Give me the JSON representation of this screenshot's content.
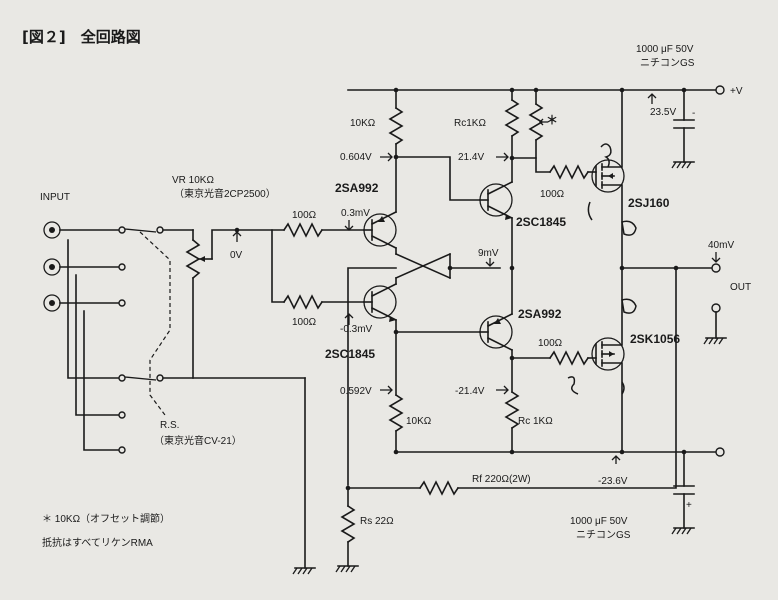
{
  "title": "[図２]　全回路図",
  "labels": {
    "input": "INPUT",
    "vr": "VR 10KΩ",
    "vr_maker": "（東京光音2CP2500）",
    "zero_v": "0V",
    "rs_sw": "R.S.",
    "rs_sw_maker": "（東京光音CV-21）",
    "r100_top": "100Ω",
    "r100_bot": "100Ω",
    "q_2sa992_top": "2SA992",
    "q_2sc1845_top": "2SC1845",
    "q_2sc1845_bot": "2SC1845",
    "q_2sa992_bot": "2SA992",
    "v_0_3": "0.3mV",
    "v_neg_0_3": "-0.3mV",
    "r10k_top": "10KΩ",
    "v_0_604": "0.604V",
    "rc_top": "Rc1KΩ",
    "star": "＊",
    "v_21_4": "21.4V",
    "r100_gate_top": "100Ω",
    "fet_top": "2SJ160",
    "fet_bot": "2SK1056",
    "r100_gate_bot": "100Ω",
    "v_9mv": "9mV",
    "v_0_592": "0.592V",
    "r10k_bot": "10KΩ",
    "v_neg_21_4": "-21.4V",
    "rc_bot": "Rc 1KΩ",
    "cap_top": "1000 μF 50V",
    "cap_top_maker": "ニチコンGS",
    "v_plus": "+V",
    "v_23_5": "23.5V",
    "v_40mv": "40mV",
    "out": "OUT",
    "v_neg_23_6": "-23.6V",
    "rf": "Rf 220Ω(2W)",
    "rs": "Rs 22Ω",
    "cap_bot": "1000 μF 50V",
    "cap_bot_maker": "ニチコンGS",
    "note_offset": "＊ 10KΩ（オフセット調節）",
    "note_resist": "抵抗はすべてリケンRMA",
    "plus_sign": "+",
    "minus_sign": "-"
  }
}
